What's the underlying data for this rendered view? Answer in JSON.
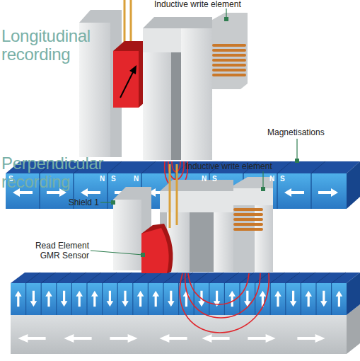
{
  "diagram": {
    "labels": [
      "Inductive write element",
      "Longitudinal recording",
      "Magnetisations",
      "S",
      "N",
      "S",
      "N",
      "N",
      "S",
      "N",
      "S",
      "Perpendicular recording",
      "Inductive write element",
      "Shield 1",
      "Read Element GMR Sensor"
    ]
  }
}
